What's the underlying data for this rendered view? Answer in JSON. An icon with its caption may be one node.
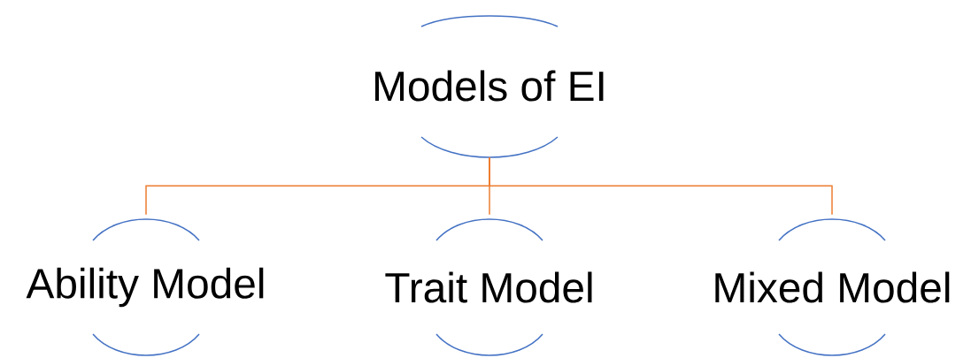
{
  "diagram": {
    "nodes": [
      {
        "text": [
          "Models of EI"
        ]
      },
      {
        "text": [
          "Ability Model"
        ]
      },
      {
        "text": [
          "Trait Model"
        ]
      },
      {
        "text": [
          "Mixed Model"
        ]
      }
    ],
    "edges": [
      {
        "from": 0,
        "to": 1,
        "arrow": "none"
      },
      {
        "from": 0,
        "to": 2,
        "arrow": "none"
      },
      {
        "from": 0,
        "to": 3,
        "arrow": "none"
      }
    ]
  }
}
